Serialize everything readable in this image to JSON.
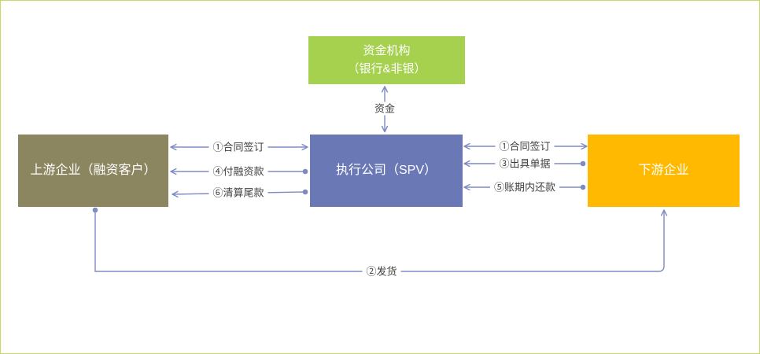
{
  "nodes": {
    "funding": {
      "line1": "资金机构",
      "line2": "（银行&非银）",
      "color": "#A5D14E"
    },
    "spv": {
      "label": "执行公司（SPV）",
      "color": "#6B78B6"
    },
    "upstream": {
      "label": "上游企业（融资客户）",
      "color": "#8B8560"
    },
    "downstream": {
      "label": "下游企业",
      "color": "#FFB900"
    }
  },
  "edges": {
    "funds": {
      "label": "资金"
    },
    "left_contract": {
      "label": "①合同签订"
    },
    "left_financing": {
      "label": "④付融资款"
    },
    "left_settlement": {
      "label": "⑥清算尾款"
    },
    "right_contract": {
      "label": "①合同签订"
    },
    "right_documents": {
      "label": "③出具单据"
    },
    "right_repayment": {
      "label": "⑤账期内还款"
    },
    "shipping": {
      "label": "②发货"
    }
  },
  "colors": {
    "arrow": "#7E8BC3",
    "border": "#C6D964",
    "label_text": "#404040"
  }
}
